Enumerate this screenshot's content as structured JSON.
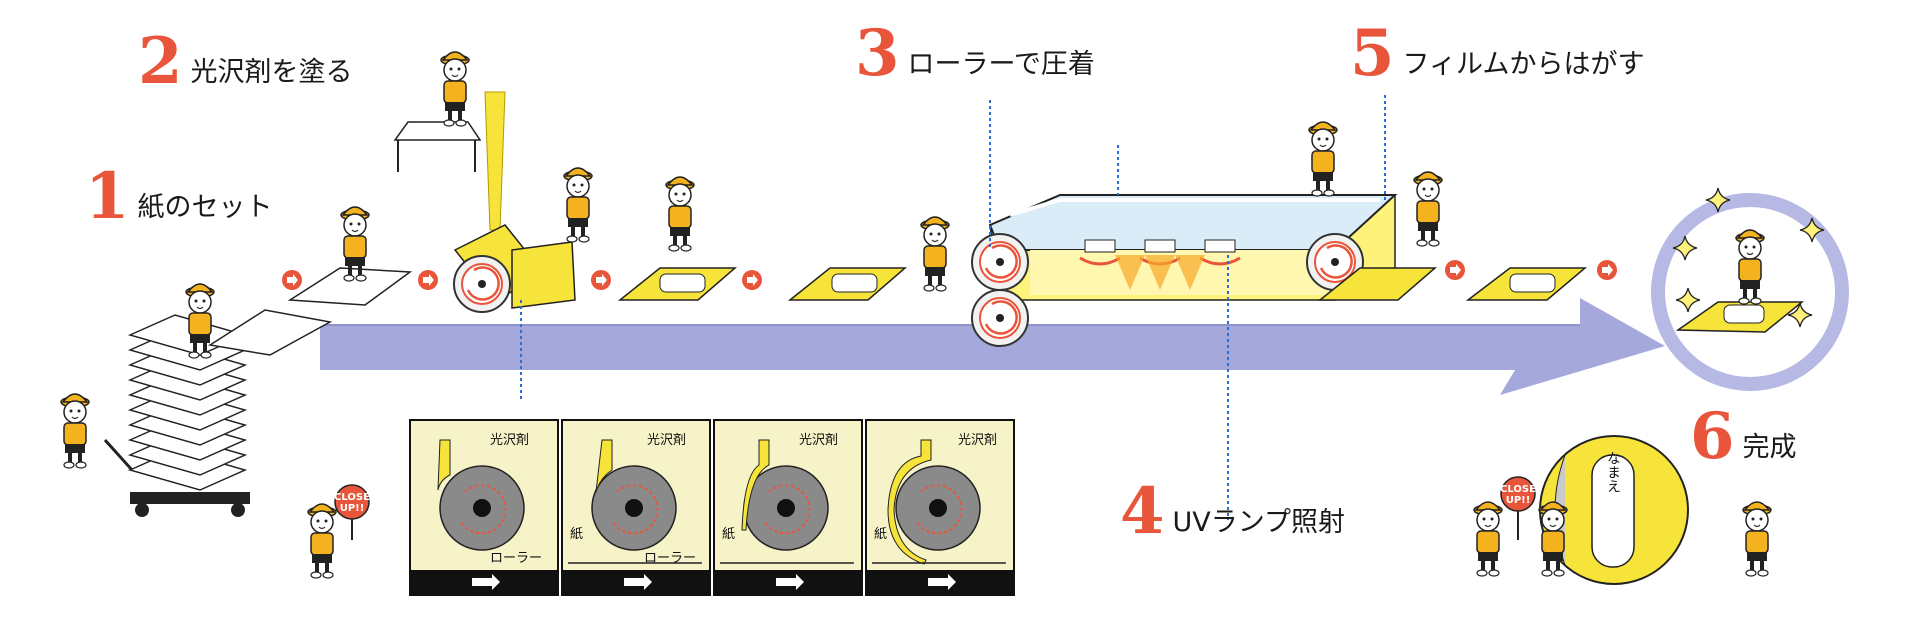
{
  "steps": [
    {
      "num": "1",
      "label": "紙のセット"
    },
    {
      "num": "2",
      "label": "光沢剤を塗る"
    },
    {
      "num": "3",
      "label": "ローラーで圧着"
    },
    {
      "num": "4",
      "label": "UVランプ照射"
    },
    {
      "num": "5",
      "label": "フィルムからはがす"
    },
    {
      "num": "6",
      "label": "完成"
    }
  ],
  "closeup": {
    "badge_line1": "CLOSE",
    "badge_line2": "UP!!",
    "varnish_label": "光沢剤",
    "roller_label": "ローラー",
    "paper_label": "紙"
  },
  "name_tag": {
    "text": "なまえ"
  },
  "colors": {
    "accent_red": "#e8553a",
    "belt": "#a4a8db",
    "worker_yellow": "#f4b21f",
    "paper_yellow": "#f7e43a",
    "uv_yellow": "#fff27a"
  }
}
